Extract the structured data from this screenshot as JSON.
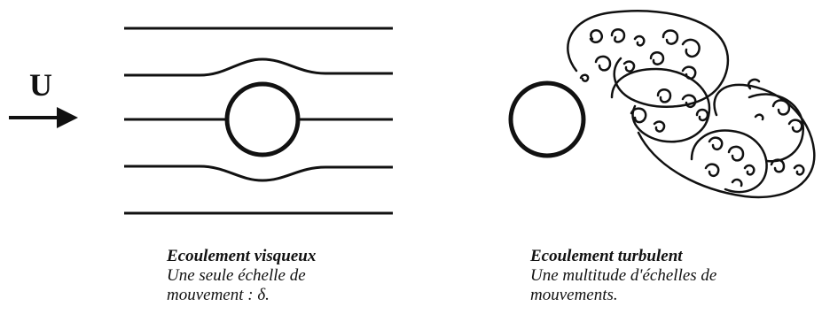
{
  "velocity_label": "U",
  "left_panel": {
    "title": "Ecoulement visqueux",
    "description_line1": "Une seule échelle de",
    "description_line2": "mouvement :  δ."
  },
  "right_panel": {
    "title": "Ecoulement turbulent",
    "description_line1": "Une multitude d'échelles de",
    "description_line2": "mouvements."
  },
  "colors": {
    "stroke": "#111111",
    "background": "#ffffff"
  }
}
